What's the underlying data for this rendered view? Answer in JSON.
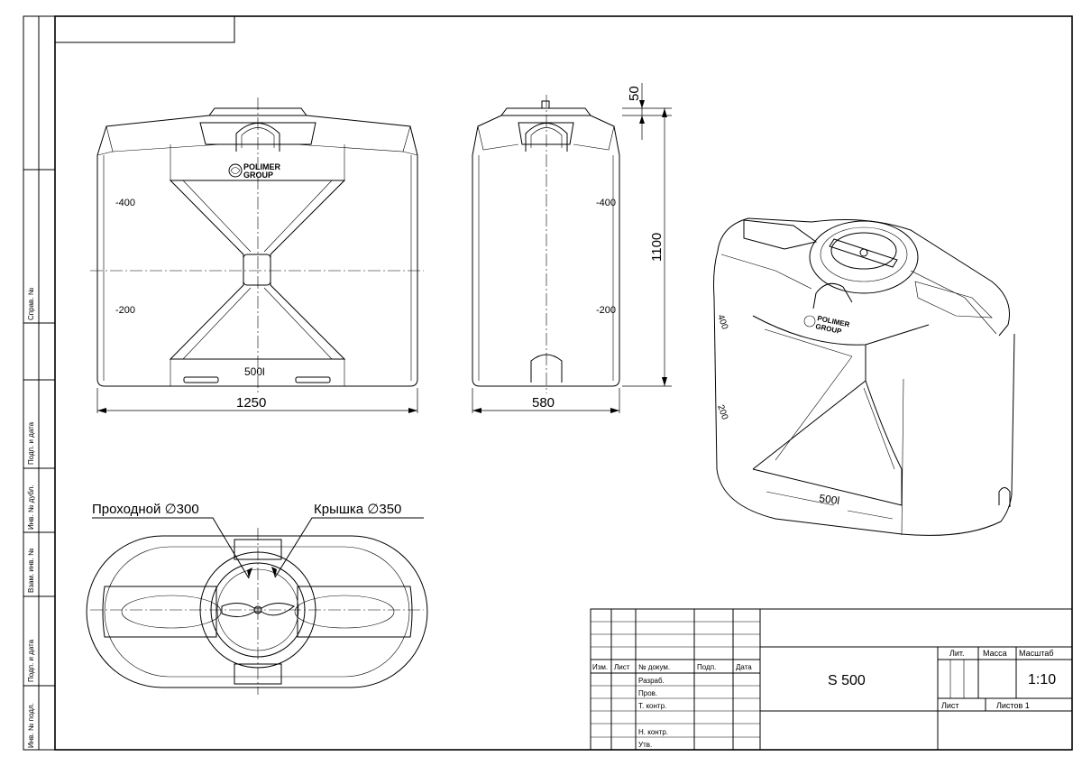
{
  "side_stamp": {
    "sprav": "Справ. №",
    "podp_data_1": "Подп. и дата",
    "inv_dubl": "Инв. № дубл.",
    "vzam_inv": "Взам. инв. №",
    "podp_data_2": "Подп. и дата",
    "inv_podl": "Инв. № подл."
  },
  "front_view": {
    "mark_400": "-400",
    "mark_200": "-200",
    "volume": "500l",
    "logo_line1": "POLIMER",
    "logo_line2": "GROUP",
    "width_dim": "1250"
  },
  "side_view": {
    "mark_400": "-400",
    "mark_200": "-200",
    "width_dim": "580",
    "height_dim": "1100",
    "top_dim": "50"
  },
  "iso_view": {
    "mark_400": "400",
    "mark_200": "200",
    "volume": "500l",
    "logo_line1": "POLIMER",
    "logo_line2": "GROUP"
  },
  "top_view": {
    "label_manhole": "Проходной ∅300",
    "label_lid": "Крышка ∅350"
  },
  "title_block": {
    "col_izm": "Изм.",
    "col_list": "Лист",
    "col_doc": "№ докум.",
    "col_podp": "Подп.",
    "col_data": "Дата",
    "razrab": "Разраб.",
    "prov": "Пров.",
    "t_kontr": "Т. контр.",
    "n_kontr": "Н. контр.",
    "utv": "Утв.",
    "designation": "S 500",
    "lit": "Лит.",
    "massa": "Масса",
    "masshtab": "Масштаб",
    "scale": "1:10",
    "list": "Лист",
    "listov": "Листов 1"
  }
}
